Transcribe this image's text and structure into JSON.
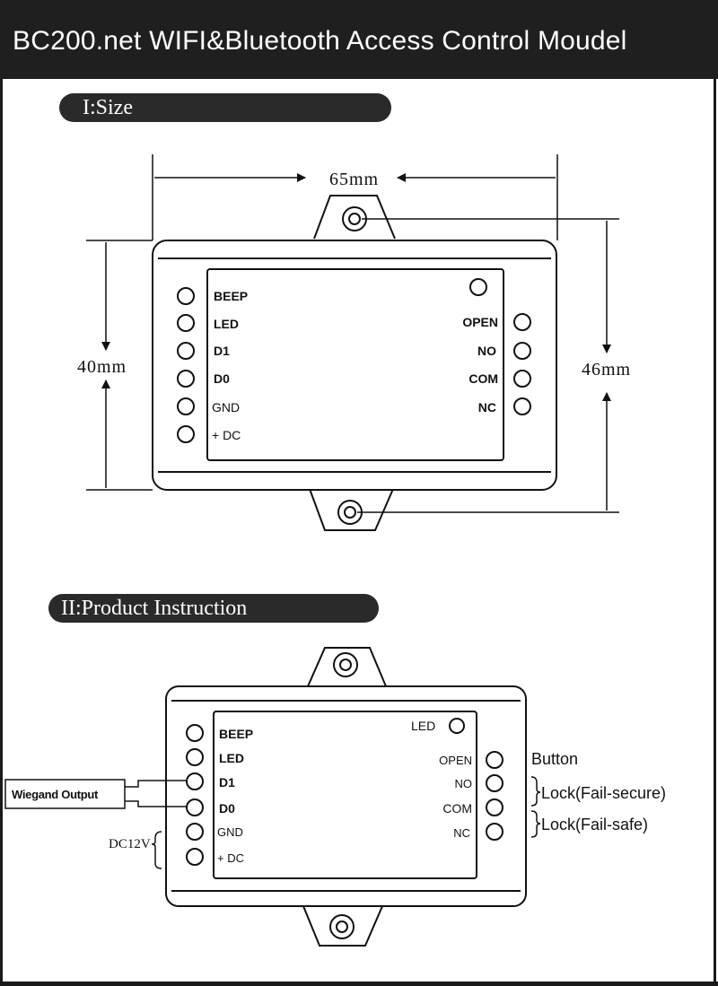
{
  "title": "BC200.net  WIFI&Bluetooth Access Control Moudel",
  "sections": {
    "size": "I:Size",
    "instruction": "II:Product Instruction"
  },
  "dimensions": {
    "width": "65mm",
    "height_inner": "40mm",
    "height_outer": "46mm"
  },
  "terminals_left": [
    "BEEP",
    "LED",
    "D1",
    "D0",
    "GND",
    "+ DC"
  ],
  "terminals_right": [
    "OPEN",
    "NO",
    "COM",
    "NC"
  ],
  "led_label": "LED",
  "annotations": {
    "button": "Button",
    "lock_secure": "Lock(Fail-secure)",
    "lock_safe": "Lock(Fail-safe)",
    "wiegand": "Wiegand Output",
    "power": "DC12V"
  }
}
